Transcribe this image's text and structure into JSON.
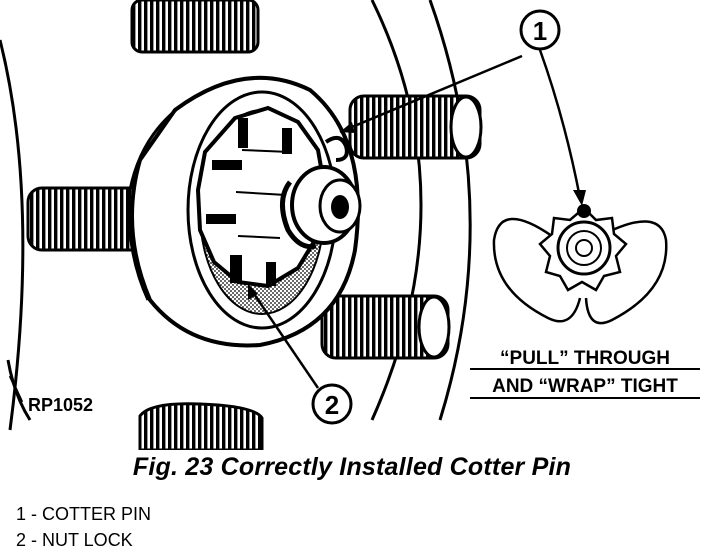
{
  "figure": {
    "drawing_code": "RP1052",
    "callouts": [
      "1",
      "2"
    ],
    "note_lines": [
      "“PULL” THROUGH",
      "AND “WRAP” TIGHT"
    ],
    "caption": "Fig. 23 Correctly Installed Cotter Pin",
    "legend": [
      {
        "text": "1 - COTTER PIN"
      },
      {
        "text": "2 - NUT LOCK"
      }
    ]
  }
}
